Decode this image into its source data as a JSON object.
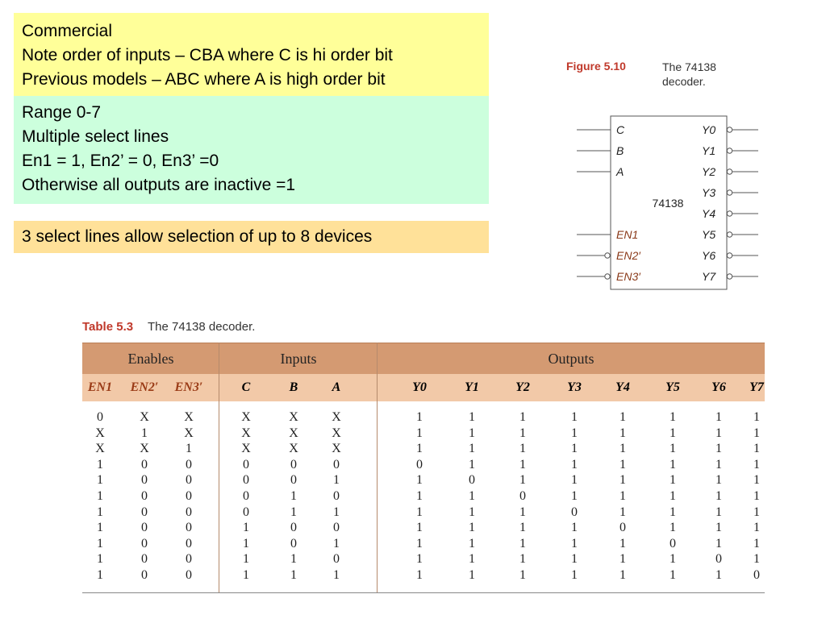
{
  "notes": {
    "yellow": [
      "Commercial",
      "Note order of inputs – CBA where C is hi order bit",
      "Previous models – ABC where A is high order bit"
    ],
    "green": [
      "Range 0-7",
      "Multiple select lines",
      "En1 = 1, En2’ = 0, En3’ =0",
      "Otherwise all outputs are inactive =1"
    ],
    "orange": [
      "3 select lines allow selection of up to 8 devices"
    ]
  },
  "figure": {
    "label": "Figure 5.10",
    "caption_line1": "The 74138",
    "caption_line2": "decoder.",
    "chip_name": "74138",
    "left_pins": [
      "C",
      "B",
      "A",
      "EN1",
      "EN2′",
      "EN3′"
    ],
    "right_pins": [
      "Y0",
      "Y1",
      "Y2",
      "Y3",
      "Y4",
      "Y5",
      "Y6",
      "Y7"
    ]
  },
  "table": {
    "label": "Table 5.3",
    "caption": "The 74138 decoder.",
    "groups": [
      "Enables",
      "Inputs",
      "Outputs"
    ],
    "columns": [
      "EN1",
      "EN2′",
      "EN3′",
      "C",
      "B",
      "A",
      "Y0",
      "Y1",
      "Y2",
      "Y3",
      "Y4",
      "Y5",
      "Y6",
      "Y7"
    ],
    "rows": [
      [
        "0",
        "X",
        "X",
        "X",
        "X",
        "X",
        "1",
        "1",
        "1",
        "1",
        "1",
        "1",
        "1",
        "1"
      ],
      [
        "X",
        "1",
        "X",
        "X",
        "X",
        "X",
        "1",
        "1",
        "1",
        "1",
        "1",
        "1",
        "1",
        "1"
      ],
      [
        "X",
        "X",
        "1",
        "X",
        "X",
        "X",
        "1",
        "1",
        "1",
        "1",
        "1",
        "1",
        "1",
        "1"
      ],
      [
        "1",
        "0",
        "0",
        "0",
        "0",
        "0",
        "0",
        "1",
        "1",
        "1",
        "1",
        "1",
        "1",
        "1"
      ],
      [
        "1",
        "0",
        "0",
        "0",
        "0",
        "1",
        "1",
        "0",
        "1",
        "1",
        "1",
        "1",
        "1",
        "1"
      ],
      [
        "1",
        "0",
        "0",
        "0",
        "1",
        "0",
        "1",
        "1",
        "0",
        "1",
        "1",
        "1",
        "1",
        "1"
      ],
      [
        "1",
        "0",
        "0",
        "0",
        "1",
        "1",
        "1",
        "1",
        "1",
        "0",
        "1",
        "1",
        "1",
        "1"
      ],
      [
        "1",
        "0",
        "0",
        "1",
        "0",
        "0",
        "1",
        "1",
        "1",
        "1",
        "0",
        "1",
        "1",
        "1"
      ],
      [
        "1",
        "0",
        "0",
        "1",
        "0",
        "1",
        "1",
        "1",
        "1",
        "1",
        "1",
        "0",
        "1",
        "1"
      ],
      [
        "1",
        "0",
        "0",
        "1",
        "1",
        "0",
        "1",
        "1",
        "1",
        "1",
        "1",
        "1",
        "0",
        "1"
      ],
      [
        "1",
        "0",
        "0",
        "1",
        "1",
        "1",
        "1",
        "1",
        "1",
        "1",
        "1",
        "1",
        "1",
        "0"
      ]
    ]
  }
}
